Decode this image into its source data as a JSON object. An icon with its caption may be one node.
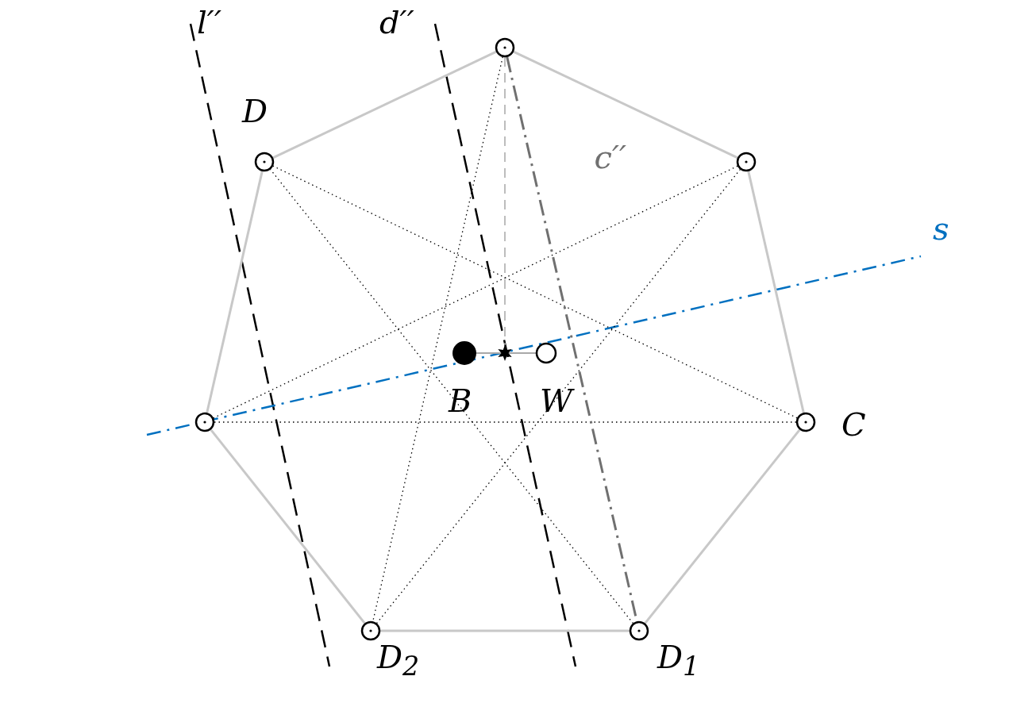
{
  "diagram": {
    "nodes": [
      {
        "text": [],
        "shape": "circle"
      },
      {
        "text": [],
        "shape": "circle",
        "beside": [
          "D"
        ]
      },
      {
        "text": [],
        "shape": "circle"
      },
      {
        "text": [],
        "shape": "dot",
        "beside": [
          "B"
        ]
      },
      {
        "text": [],
        "shape": "star"
      },
      {
        "text": [],
        "shape": "circle",
        "beside": [
          "W"
        ]
      },
      {
        "text": [],
        "shape": "circle"
      },
      {
        "text": [],
        "shape": "circle",
        "beside": [
          "C"
        ]
      },
      {
        "text": [],
        "shape": "circle",
        "beside": [
          "D$_{2}$"
        ]
      },
      {
        "text": [],
        "shape": "circle",
        "beside": [
          "D$_{1}$"
        ]
      }
    ],
    "edges": [
      {
        "from": 0,
        "to": 2,
        "arrow": "none"
      },
      {
        "from": 2,
        "to": 7,
        "arrow": "none"
      },
      {
        "from": 7,
        "to": 9,
        "arrow": "none"
      },
      {
        "from": 9,
        "to": 8,
        "arrow": "none"
      },
      {
        "from": 8,
        "to": 6,
        "arrow": "none"
      },
      {
        "from": 6,
        "to": 1,
        "arrow": "none"
      },
      {
        "from": 1,
        "to": 0,
        "arrow": "none"
      },
      {
        "from": 0,
        "to": 8,
        "arrow": "none",
        "style": "dashed",
        "color": "#000000"
      },
      {
        "from": 2,
        "to": 8,
        "arrow": "none",
        "style": "dashed",
        "color": "#000000"
      },
      {
        "from": 2,
        "to": 6,
        "arrow": "none",
        "style": "dashed",
        "color": "#000000"
      },
      {
        "from": 7,
        "to": 6,
        "arrow": "none",
        "style": "dashed",
        "color": "#000000"
      },
      {
        "from": 7,
        "to": 1,
        "arrow": "none",
        "style": "dashed",
        "color": "#000000"
      },
      {
        "from": 9,
        "to": 1,
        "arrow": "none",
        "style": "dashed",
        "color": "#000000"
      },
      {
        "from": 0,
        "to": 9,
        "arrow": "none",
        "label": "c′′",
        "style": "dashed",
        "color": "#707070"
      },
      {
        "from": 0,
        "to": 4,
        "arrow": "none",
        "style": "dashed",
        "color": "#a8a8a8"
      },
      {
        "from": 3,
        "to": 5,
        "arrow": "none",
        "color": "#a8a8a8"
      }
    ],
    "labels": [
      "l′′",
      "d′′",
      "s"
    ]
  }
}
